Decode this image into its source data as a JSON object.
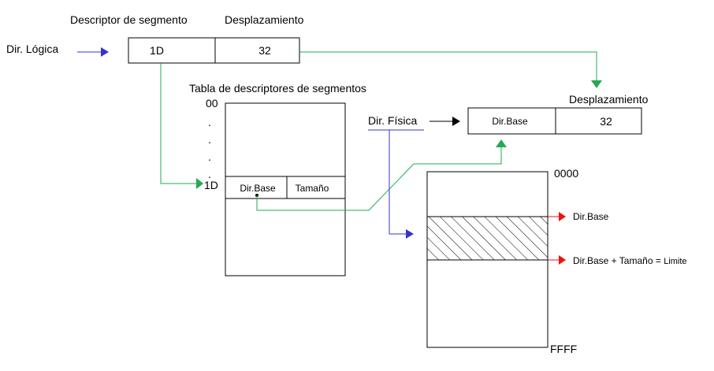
{
  "logical": {
    "header_segment": "Descriptor de segmento",
    "header_offset": "Desplazamiento",
    "label": "Dir. Lógica",
    "segment_value": "1D",
    "offset_value": "32"
  },
  "table": {
    "title": "Tabla de descriptores de segmentos",
    "first_index": "00",
    "dots": [
      ".",
      ".",
      ".",
      "."
    ],
    "row_index": "1D",
    "base_label": "Dir.Base",
    "size_label": "Tamaño"
  },
  "physical": {
    "offset_label": "Desplazamiento",
    "label": "Dir. Física",
    "base_label": "Dir.Base",
    "offset_value": "32"
  },
  "memory": {
    "top_address": "0000",
    "bottom_address": "FFFF",
    "base_marker": "Dir.Base",
    "limit_marker_main": "Dir.Base + Tamaño = ",
    "limit_marker_word": "Limite"
  },
  "colors": {
    "blue": "#3333cc",
    "green": "#22aa55",
    "red": "#ee1111",
    "black": "#000000"
  }
}
